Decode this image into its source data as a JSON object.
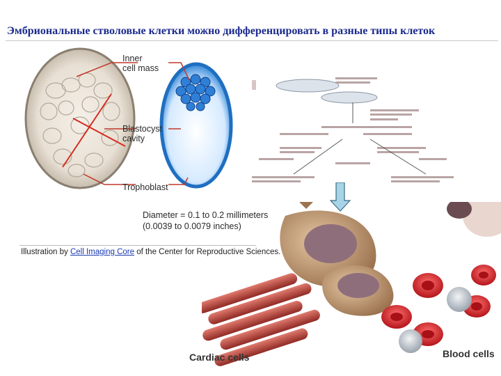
{
  "slide": {
    "title": "Эмбриональные стволовые клетки можно дифференцировать в разные типы клеток"
  },
  "blastocyst": {
    "labels": {
      "inner_cell_mass_1": "Inner",
      "inner_cell_mass_2": "cell mass",
      "blastocyst_cavity_1": "Blastocyst",
      "blastocyst_cavity_2": "cavity",
      "trophoblast": "Trophoblast"
    },
    "diameter_1": "Diameter = 0.1 to 0.2 millimeters",
    "diameter_2": "(0.0039 to 0.0079 inches)",
    "caption": {
      "prefix": "Illustration by ",
      "link": "Cell Imaging Core",
      "suffix": " of the Center for Reproductive Sciences."
    }
  },
  "cells": {
    "cardiac": "Cardiac cells",
    "blood": "Blood cells"
  },
  "colors": {
    "title": "#1a2a8c",
    "leader_lines": "#c0392b",
    "arrow": "#a8d4e8"
  }
}
